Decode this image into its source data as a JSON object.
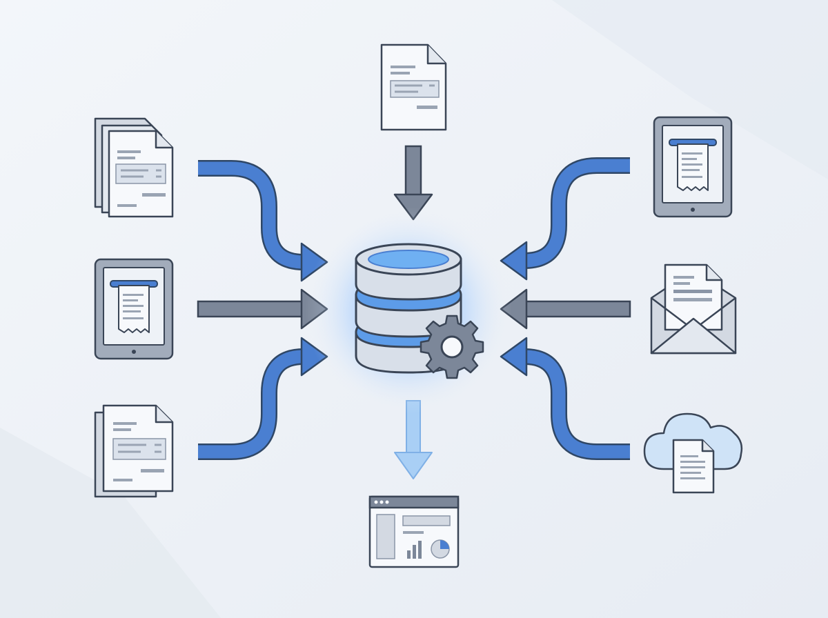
{
  "diagram": {
    "palette": {
      "background": "#eef2f7",
      "outline": "#3a4556",
      "arrow_blue": "#4a7fd1",
      "arrow_gray": "#7c8799",
      "arrow_light": "#a9cff5",
      "accent_blue": "#5d9ce8",
      "paper": "#f7f9fc",
      "panel_gray": "#d3d9e2",
      "glow": "#7db8ff"
    },
    "hub": {
      "icons": [
        "database-icon",
        "gear-icon"
      ]
    },
    "sources": [
      {
        "icon": "document-stack-icon",
        "side": "left",
        "arrow": "curved-blue"
      },
      {
        "icon": "tablet-receipt-icon",
        "side": "left",
        "arrow": "straight-gray"
      },
      {
        "icon": "document-stack-icon",
        "side": "left",
        "arrow": "curved-blue"
      },
      {
        "icon": "document-icon",
        "side": "top",
        "arrow": "straight-gray"
      },
      {
        "icon": "tablet-receipt-icon",
        "side": "right",
        "arrow": "curved-blue"
      },
      {
        "icon": "email-document-icon",
        "side": "right",
        "arrow": "straight-gray"
      },
      {
        "icon": "cloud-document-icon",
        "side": "right",
        "arrow": "curved-blue"
      }
    ],
    "output": {
      "icon": "dashboard-icon",
      "arrow": "straight-light-blue"
    }
  }
}
